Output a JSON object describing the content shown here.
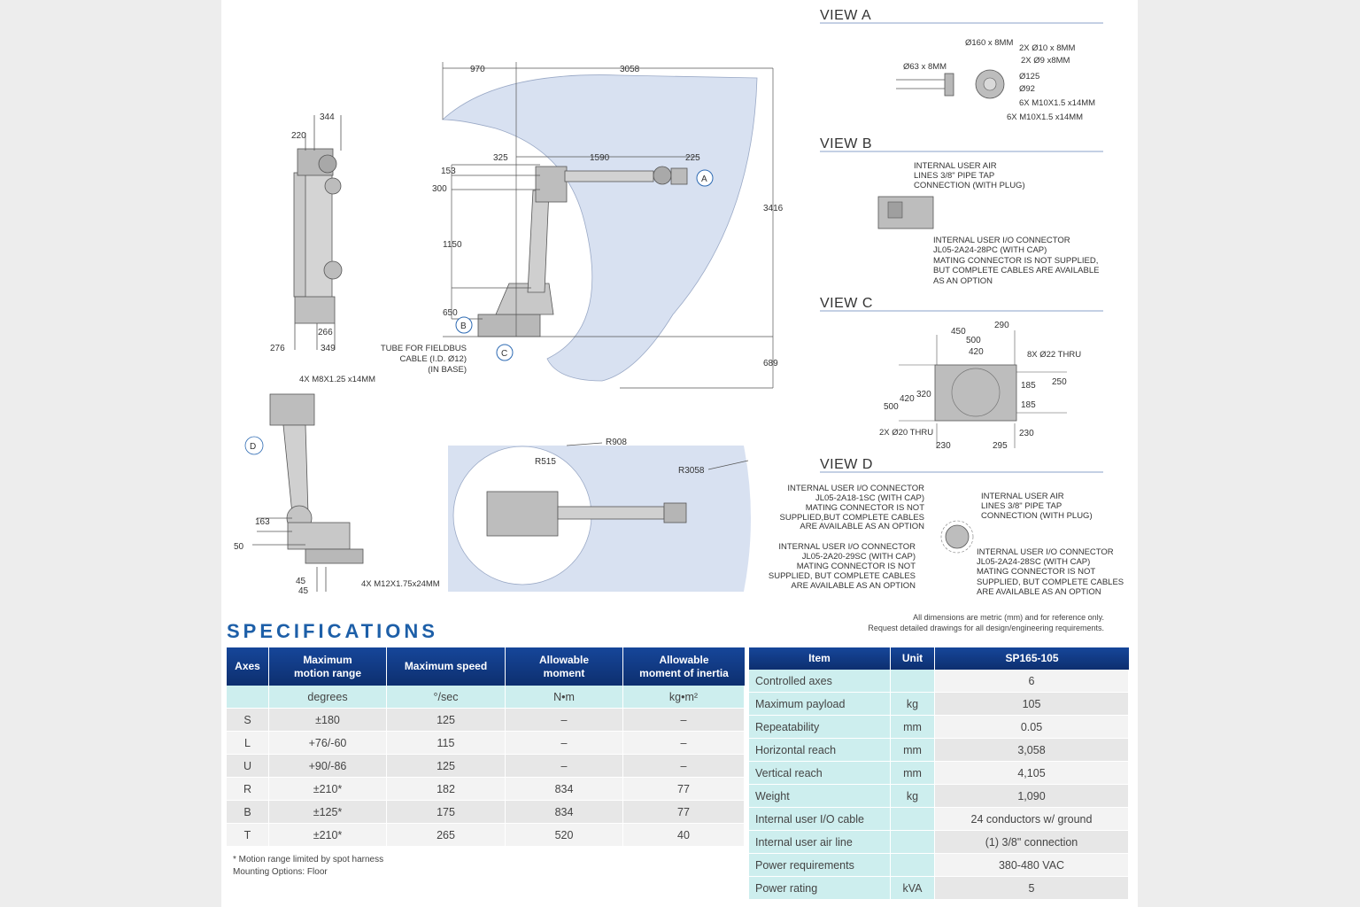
{
  "views": {
    "a": {
      "title": "VIEW A",
      "labels": [
        "Ø160 x 8MM",
        "2X Ø10 x 8MM",
        "2X Ø9 x8MM",
        "Ø63 x 8MM",
        "Ø125",
        "Ø92",
        "6X M10X1.5  x14MM",
        "6X M10X1.5  x14MM"
      ]
    },
    "b": {
      "title": "VIEW B",
      "air_lines": [
        "INTERNAL USER AIR",
        "LINES 3/8\" PIPE TAP",
        "CONNECTION (WITH PLUG)"
      ],
      "io_connector": [
        "INTERNAL USER I/O CONNECTOR",
        "JL05-2A24-28PC (WITH CAP)",
        "MATING CONNECTOR IS NOT SUPPLIED,",
        "BUT COMPLETE CABLES ARE AVAILABLE",
        "AS AN OPTION"
      ]
    },
    "c": {
      "title": "VIEW C",
      "dims": [
        "450",
        "290",
        "500",
        "420",
        "8X Ø22 THRU",
        "500",
        "420",
        "320",
        "185",
        "250",
        "185",
        "2X Ø20 THRU",
        "230",
        "295",
        "230"
      ]
    },
    "d": {
      "title": "VIEW D",
      "io1": [
        "INTERNAL USER I/O CONNECTOR",
        "JL05-2A18-1SC (WITH CAP)",
        "MATING CONNECTOR IS NOT",
        "SUPPLIED,BUT COMPLETE CABLES",
        "ARE AVAILABLE AS AN OPTION"
      ],
      "io2": [
        "INTERNAL USER I/O CONNECTOR",
        "JL05-2A20-29SC (WITH CAP)",
        "MATING CONNECTOR IS NOT",
        "SUPPLIED, BUT COMPLETE CABLES",
        "ARE AVAILABLE AS AN OPTION"
      ],
      "air": [
        "INTERNAL USER AIR",
        "LINES 3/8\" PIPE TAP",
        "CONNECTION (WITH PLUG)"
      ],
      "io3": [
        "INTERNAL USER I/O CONNECTOR",
        "JL05-2A24-28SC (WITH CAP)",
        "MATING CONNECTOR IS NOT",
        "SUPPLIED, BUT COMPLETE CABLES",
        "ARE AVAILABLE AS AN OPTION"
      ]
    }
  },
  "side_view": {
    "dims": [
      "344",
      "220",
      "266",
      "276",
      "349"
    ]
  },
  "main_view": {
    "dims": [
      "970",
      "3058",
      "325",
      "1590",
      "225",
      "153",
      "300",
      "1150",
      "650",
      "3416",
      "689"
    ],
    "callouts": [
      "A",
      "B",
      "C"
    ],
    "tube_label": [
      "TUBE FOR FIELDBUS",
      "CABLE (I.D. Ø12)",
      "(IN BASE)"
    ]
  },
  "rear_view": {
    "dims": [
      "4X M8X1.25 x14MM",
      "163",
      "50",
      "45",
      "45",
      "4X M12X1.75x24MM"
    ],
    "callout": "D"
  },
  "top_view": {
    "dims": [
      "R908",
      "R515",
      "R3058"
    ]
  },
  "notes": [
    "All dimensions are metric (mm) and for reference only.",
    "Request detailed drawings for all design/engineering requirements."
  ],
  "specifications": {
    "title": "SPECIFICATIONS",
    "axes_table": {
      "headers": [
        "Axes",
        "Maximum\nmotion range",
        "Maximum speed",
        "Allowable\nmoment",
        "Allowable\nmoment of inertia"
      ],
      "units": [
        "",
        "degrees",
        "°/sec",
        "N•m",
        "kg•m²"
      ],
      "rows": [
        [
          "S",
          "±180",
          "125",
          "–",
          "–"
        ],
        [
          "L",
          "+76/-60",
          "115",
          "–",
          "–"
        ],
        [
          "U",
          "+90/-86",
          "125",
          "–",
          "–"
        ],
        [
          "R",
          "±210*",
          "182",
          "834",
          "77"
        ],
        [
          "B",
          "±125*",
          "175",
          "834",
          "77"
        ],
        [
          "T",
          "±210*",
          "265",
          "520",
          "40"
        ]
      ]
    },
    "footnote": [
      "* Motion range limited by spot harness",
      "Mounting Options: Floor"
    ],
    "spec_table": {
      "headers": [
        "Item",
        "Unit",
        "SP165-105"
      ],
      "rows": [
        [
          "Controlled axes",
          "",
          "6"
        ],
        [
          "Maximum payload",
          "kg",
          "105"
        ],
        [
          "Repeatability",
          "mm",
          "0.05"
        ],
        [
          "Horizontal reach",
          "mm",
          "3,058"
        ],
        [
          "Vertical reach",
          "mm",
          "4,105"
        ],
        [
          "Weight",
          "kg",
          "1,090"
        ],
        [
          "Internal user I/O cable",
          "",
          "24 conductors w/ ground"
        ],
        [
          "Internal user air line",
          "",
          "(1) 3/8\" connection"
        ],
        [
          "Power requirements",
          "",
          "380-480 VAC"
        ],
        [
          "Power rating",
          "kVA",
          "5"
        ]
      ]
    }
  }
}
